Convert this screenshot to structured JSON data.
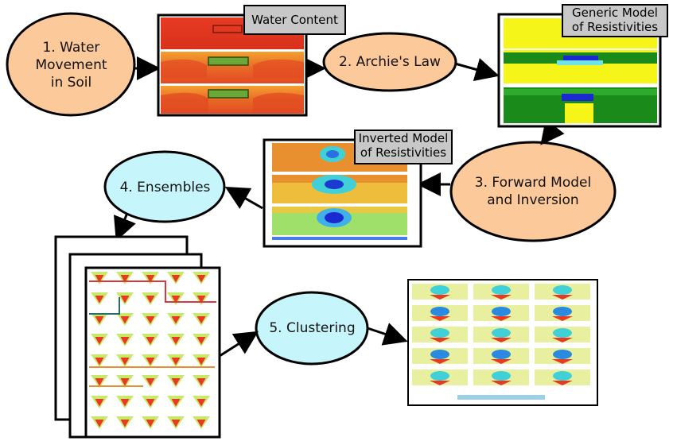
{
  "steps": {
    "s1": "1. Water\nMovement\nin Soil",
    "s2": "2. Archie's Law",
    "s3": "3. Forward Model\nand Inversion",
    "s4": "4. Ensembles",
    "s5": "5. Clustering"
  },
  "tags": {
    "water_content": "Water Content",
    "generic_model": "Generic Model\nof Resistivities",
    "inverted_model": "Inverted Model\nof Resistivities"
  },
  "colors": {
    "orange_node": "#fbc99a",
    "cyan_node": "#c6f6fb",
    "water_red": "#e8442a",
    "model_yellow": "#f5f51a",
    "model_green": "#1a8a1a",
    "inv_orange": "#f08a2a",
    "inv_cyan": "#6fe3d8",
    "inv_blue": "#1a2ad0"
  }
}
